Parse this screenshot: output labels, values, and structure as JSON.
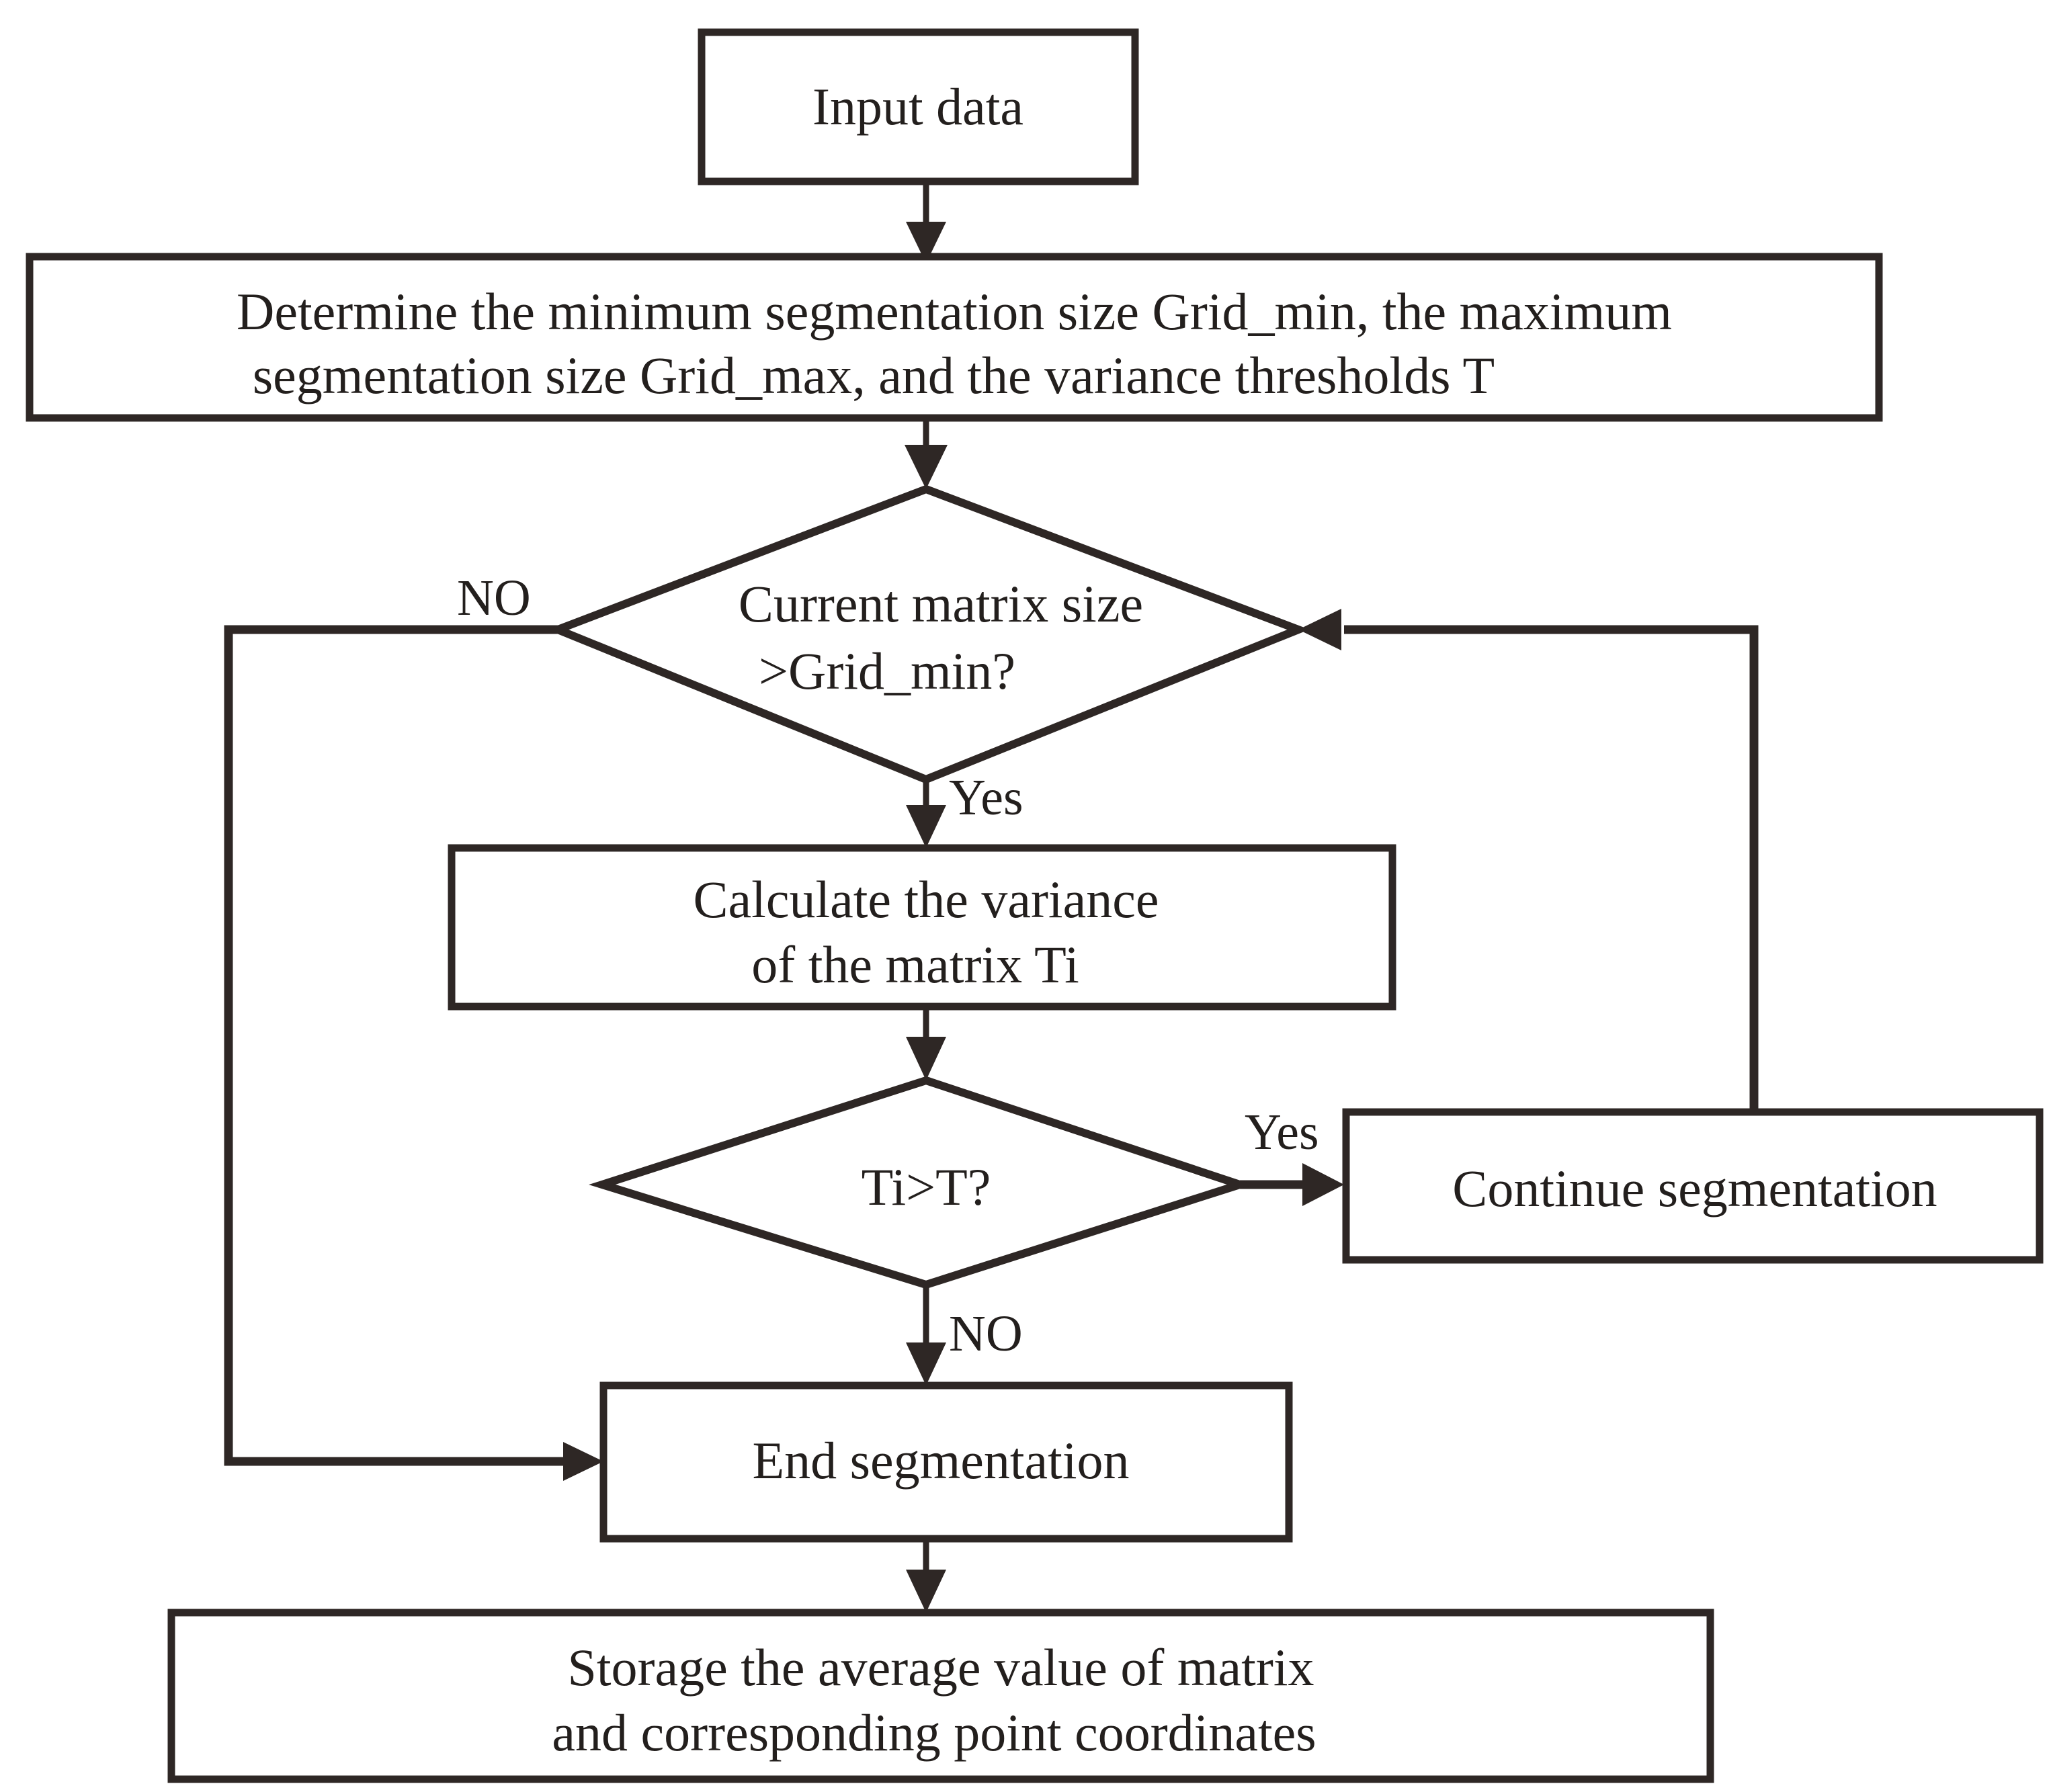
{
  "diagram": {
    "title": "Adaptive matrix segmentation flowchart",
    "colors": {
      "stroke": "#2e2725",
      "text": "#231f1d",
      "background": "#ffffff"
    },
    "nodes": [
      {
        "id": "input_data",
        "type": "process",
        "label": "Input data"
      },
      {
        "id": "determine_params",
        "type": "process",
        "line1": "Determine the minimum segmentation size Grid_min, the maximum",
        "line2": "segmentation size Grid_max, and the variance thresholds T"
      },
      {
        "id": "size_check",
        "type": "decision",
        "line1": "Current matrix size",
        "line2": ">Grid_min?"
      },
      {
        "id": "calc_variance",
        "type": "process",
        "line1": "Calculate the variance",
        "line2": "of the matrix Ti"
      },
      {
        "id": "variance_check",
        "type": "decision",
        "label": "Ti>T?"
      },
      {
        "id": "continue_seg",
        "type": "process",
        "label": "Continue segmentation"
      },
      {
        "id": "end_seg",
        "type": "process",
        "label": "End segmentation"
      },
      {
        "id": "storage",
        "type": "process",
        "line1": "Storage  the  average value of  matrix",
        "line2": "and corresponding point coordinates"
      }
    ],
    "edge_labels": {
      "size_check_no": "NO",
      "size_check_yes": "Yes",
      "variance_check_yes": "Yes",
      "variance_check_no": "NO"
    }
  }
}
